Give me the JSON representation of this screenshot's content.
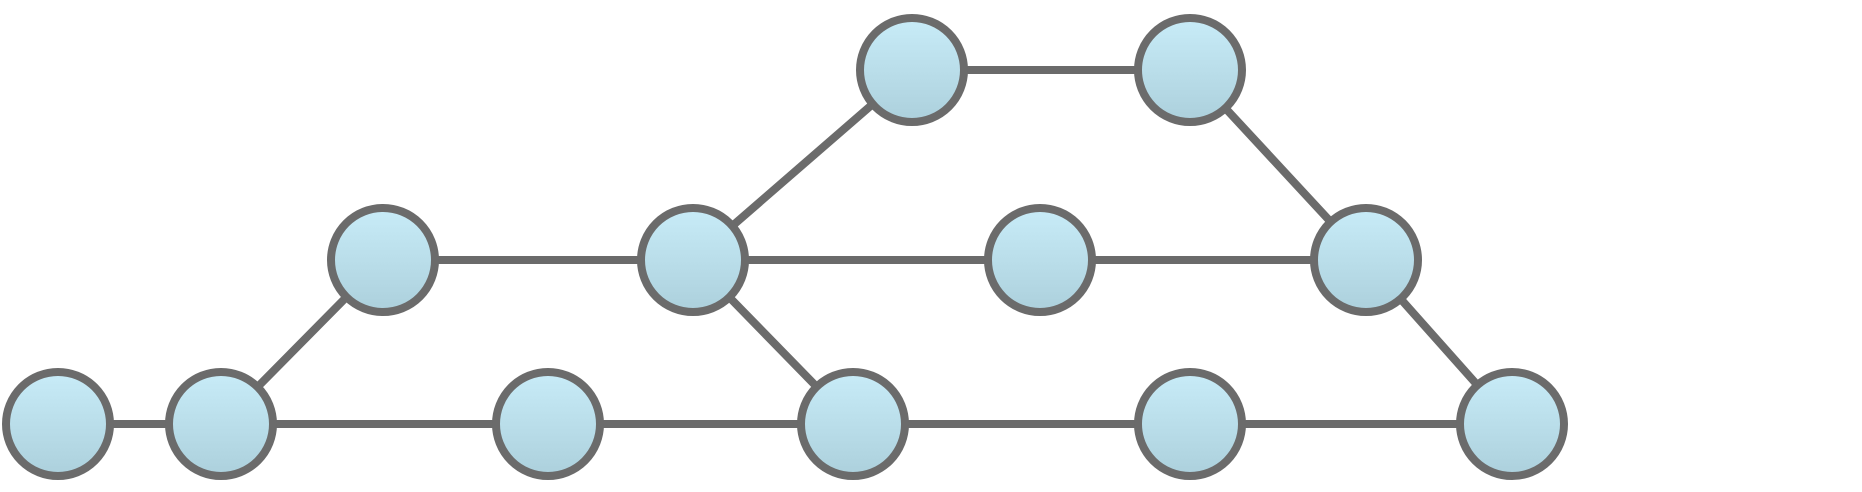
{
  "diagram": {
    "type": "graph",
    "colors": {
      "edge": "#6b6b6b",
      "node_stroke": "#6b6b6b",
      "node_fill_top": "#c8ecf8",
      "node_fill_bottom": "#acd0dc",
      "background": "#ffffff"
    },
    "nodes": [
      {
        "id": "n1"
      },
      {
        "id": "n2"
      },
      {
        "id": "n3"
      },
      {
        "id": "n4"
      },
      {
        "id": "n5"
      },
      {
        "id": "n6"
      },
      {
        "id": "n7"
      },
      {
        "id": "n8"
      },
      {
        "id": "n9"
      },
      {
        "id": "n10"
      },
      {
        "id": "n11"
      },
      {
        "id": "n12"
      },
      {
        "id": "n13"
      }
    ],
    "edges": [
      [
        "n1",
        "n2"
      ],
      [
        "n2",
        "n3"
      ],
      [
        "n3",
        "n4"
      ],
      [
        "n4",
        "n5"
      ],
      [
        "n5",
        "n6"
      ],
      [
        "n2",
        "n10"
      ],
      [
        "n10",
        "n11"
      ],
      [
        "n11",
        "n12"
      ],
      [
        "n12",
        "n13"
      ],
      [
        "n6",
        "n7"
      ],
      [
        "n6",
        "n8"
      ],
      [
        "n6",
        "n9"
      ],
      [
        "n7",
        "n8"
      ],
      [
        "n8",
        "n9"
      ],
      [
        "n9",
        "n13"
      ]
    ]
  }
}
